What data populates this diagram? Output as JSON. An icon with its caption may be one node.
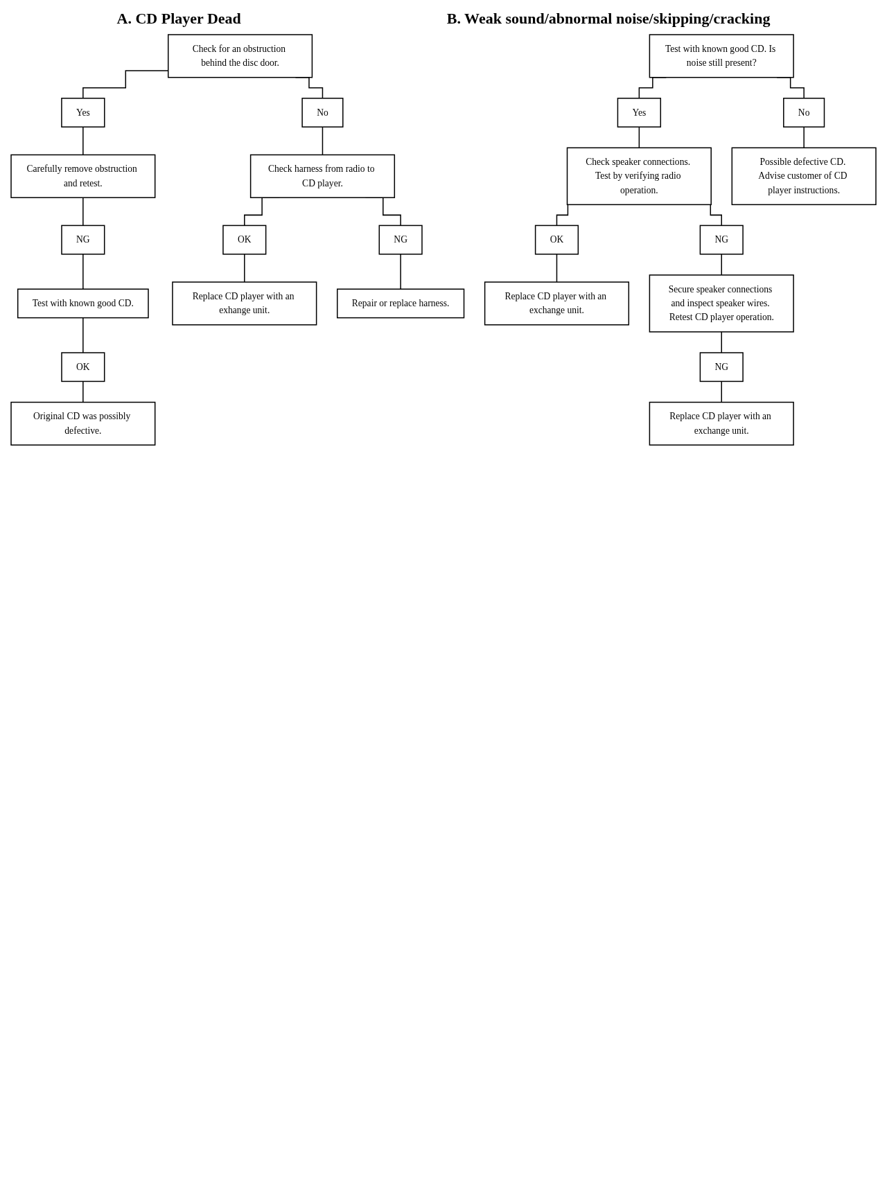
{
  "diagram": {
    "nodes": [
      {
        "text": [
          "Check for an obstruction behind the disc door."
        ]
      },
      {
        "text": [
          "Yes"
        ]
      },
      {
        "text": [
          "No"
        ]
      },
      {
        "text": [
          "Carefully remove obstruction and retest."
        ]
      },
      {
        "text": [
          "Check harness from radio to CD player."
        ]
      },
      {
        "text": [
          "NG"
        ]
      },
      {
        "text": [
          "OK"
        ]
      },
      {
        "text": [
          "NG"
        ]
      },
      {
        "text": [
          "Test with known good CD."
        ]
      },
      {
        "text": [
          "Replace CD player with an exhange unit."
        ]
      },
      {
        "text": [
          "Repair or replace harness."
        ]
      },
      {
        "text": [
          "OK"
        ]
      },
      {
        "text": [
          "Original CD was possibly defective."
        ]
      },
      {
        "text": [
          "Test with known good CD. Is noise still present?"
        ]
      },
      {
        "text": [
          "Yes"
        ]
      },
      {
        "text": [
          "No"
        ]
      },
      {
        "text": [
          "Check speaker connections. Test by verifying radio operation."
        ]
      },
      {
        "text": [
          "Possible defective CD. Advise customer of CD player instructions."
        ]
      },
      {
        "text": [
          "OK"
        ]
      },
      {
        "text": [
          "NG"
        ]
      },
      {
        "text": [
          "Replace CD player with an exchange unit."
        ]
      },
      {
        "text": [
          "Secure speaker connections and inspect speaker wires. Retest CD player operation."
        ]
      },
      {
        "text": [
          "NG"
        ]
      },
      {
        "text": [
          "Replace CD player with an exchange unit."
        ]
      }
    ],
    "edges": [
      {
        "from": 0,
        "to": 1,
        "arrow": "none"
      },
      {
        "from": 0,
        "to": 2,
        "arrow": "none"
      },
      {
        "from": 1,
        "to": 3,
        "arrow": "none"
      },
      {
        "from": 2,
        "to": 4,
        "arrow": "none"
      },
      {
        "from": 3,
        "to": 5,
        "arrow": "none"
      },
      {
        "from": 4,
        "to": 6,
        "arrow": "none"
      },
      {
        "from": 4,
        "to": 7,
        "arrow": "none"
      },
      {
        "from": 5,
        "to": 8,
        "arrow": "none"
      },
      {
        "from": 6,
        "to": 9,
        "arrow": "none"
      },
      {
        "from": 7,
        "to": 10,
        "arrow": "none"
      },
      {
        "from": 8,
        "to": 11,
        "arrow": "none"
      },
      {
        "from": 11,
        "to": 12,
        "arrow": "none"
      },
      {
        "from": 13,
        "to": 14,
        "arrow": "none"
      },
      {
        "from": 13,
        "to": 15,
        "arrow": "none"
      },
      {
        "from": 14,
        "to": 16,
        "arrow": "none"
      },
      {
        "from": 15,
        "to": 17,
        "arrow": "none"
      },
      {
        "from": 16,
        "to": 18,
        "arrow": "none"
      },
      {
        "from": 16,
        "to": 19,
        "arrow": "none"
      },
      {
        "from": 18,
        "to": 20,
        "arrow": "none"
      },
      {
        "from": 19,
        "to": 21,
        "arrow": "none"
      },
      {
        "from": 21,
        "to": 22,
        "arrow": "none"
      },
      {
        "from": 22,
        "to": 23,
        "arrow": "none"
      }
    ],
    "labels": [
      "A. CD Player Dead",
      "B. Weak sound/abnormal noise/skipping/cracking"
    ]
  }
}
